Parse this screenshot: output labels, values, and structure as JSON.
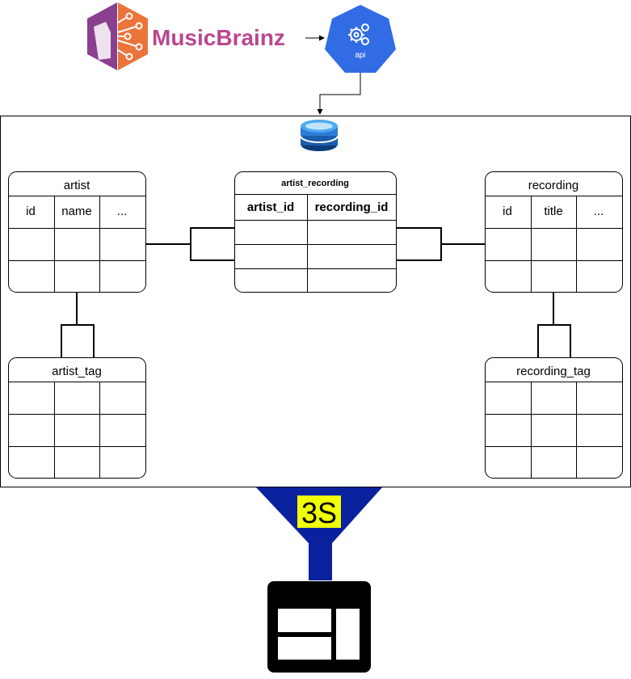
{
  "logo": {
    "text": "MusicBrainz",
    "text_color": "#BA478F",
    "icon_colors": [
      "#8B3F8F",
      "#EB743B"
    ]
  },
  "api": {
    "label": "api",
    "color": "#326CE5"
  },
  "tables": {
    "artist": {
      "title": "artist",
      "columns": [
        "id",
        "name",
        "..."
      ]
    },
    "artist_recording": {
      "title": "artist_recording",
      "columns": [
        "artist_id",
        "recording_id"
      ]
    },
    "recording": {
      "title": "recording",
      "columns": [
        "id",
        "title",
        "..."
      ]
    },
    "artist_tag": {
      "title": "artist_tag"
    },
    "recording_tag": {
      "title": "recording_tag"
    }
  },
  "funnel": {
    "label": "3S",
    "color": "#0A219E",
    "badge_color": "#F1FF05"
  },
  "icons": [
    "database-icon",
    "kubernetes-api-icon",
    "musicbrainz-logo-icon",
    "funnel-icon",
    "table-layout-icon"
  ]
}
